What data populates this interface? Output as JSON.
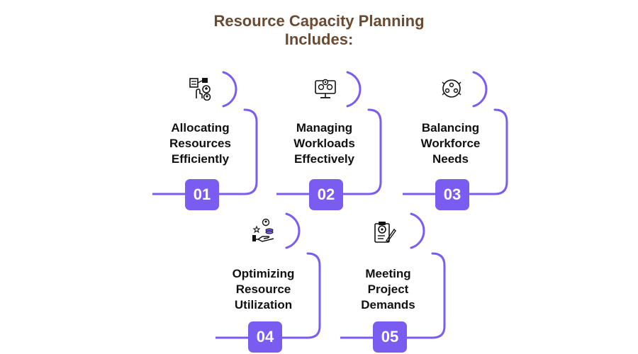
{
  "title_line1": "Resource Capacity Planning",
  "title_line2": "Includes:",
  "accent_color": "#7b5cf0",
  "title_color": "#6b4a32",
  "items": [
    {
      "number": "01",
      "line1": "Allocating",
      "line2": "Resources",
      "line3": "Efficiently",
      "icon": "resource-allocation-icon"
    },
    {
      "number": "02",
      "line1": "Managing",
      "line2": "Workloads",
      "line3": "Effectively",
      "icon": "workload-management-icon"
    },
    {
      "number": "03",
      "line1": "Balancing",
      "line2": "Workforce",
      "line3": "Needs",
      "icon": "workforce-balance-icon"
    },
    {
      "number": "04",
      "line1": "Optimizing",
      "line2": "Resource",
      "line3": "Utilization",
      "icon": "resource-utilization-icon"
    },
    {
      "number": "05",
      "line1": "Meeting",
      "line2": "Project",
      "line3": "Demands",
      "icon": "project-checklist-icon"
    }
  ]
}
